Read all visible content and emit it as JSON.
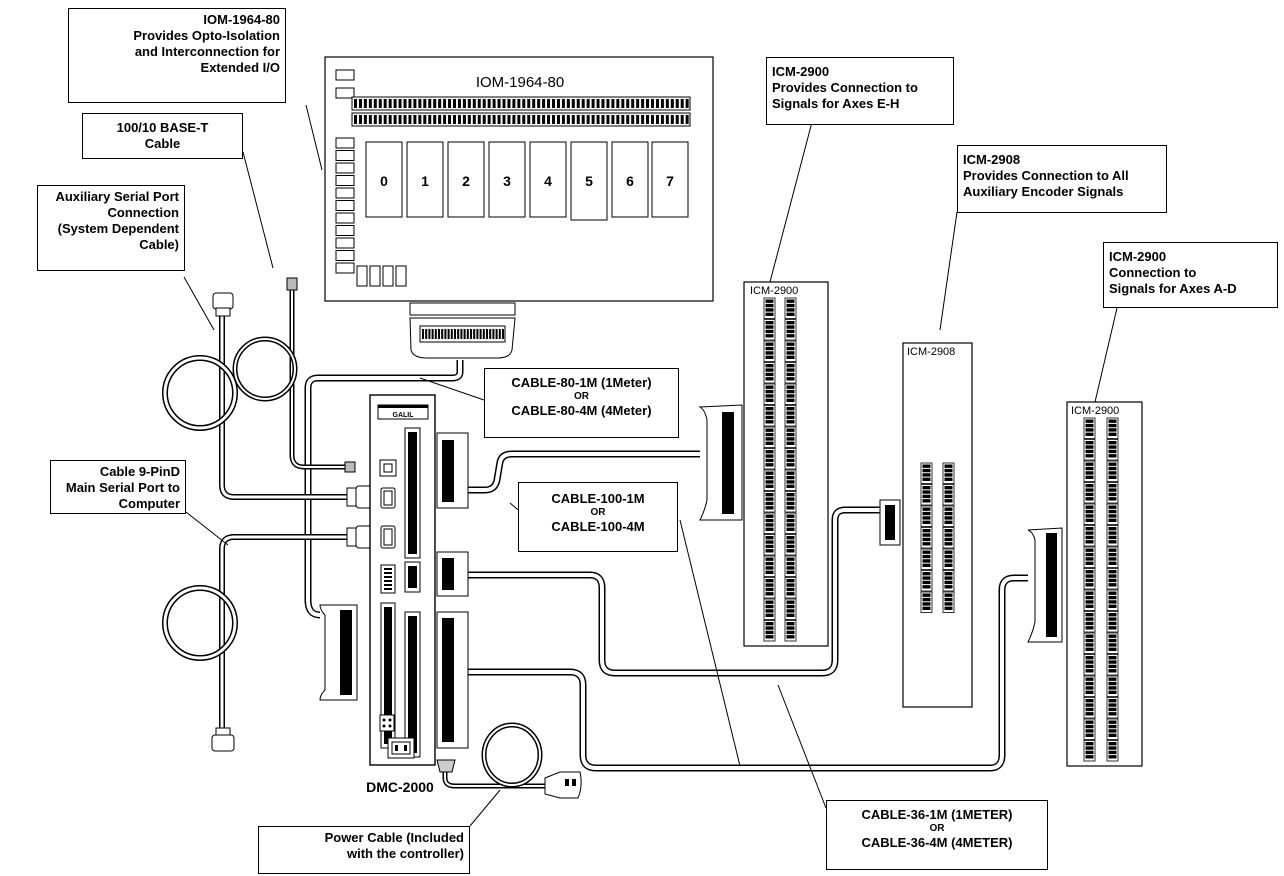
{
  "iom_board": {
    "title": "IOM-1964-80",
    "slots": [
      "0",
      "1",
      "2",
      "3",
      "4",
      "5",
      "6",
      "7"
    ]
  },
  "controller": {
    "brand": "GALIL",
    "name": "DMC-2000"
  },
  "icm_boards": {
    "eh": "ICM-2900",
    "aux": "ICM-2908",
    "ad": "ICM-2900"
  },
  "callouts": {
    "iom": [
      "IOM-1964-80",
      "Provides Opto-Isolation",
      "and Interconnection for",
      "Extended I/O"
    ],
    "ethernet": [
      "100/10 BASE-T",
      "Cable"
    ],
    "aux_serial": [
      "Auxiliary Serial Port",
      "Connection",
      "(System Dependent",
      "Cable)"
    ],
    "main_serial": [
      "Cable 9-PinD",
      "Main Serial Port to",
      "Computer"
    ],
    "cable80": [
      "CABLE-80-1M (1Meter)",
      "OR",
      "CABLE-80-4M (4Meter)"
    ],
    "cable100": [
      "CABLE-100-1M",
      "OR",
      "CABLE-100-4M"
    ],
    "icm_eh": [
      "ICM-2900",
      "Provides Connection to",
      "Signals for Axes E-H"
    ],
    "icm_aux": [
      "ICM-2908",
      "Provides Connection to All",
      "Auxiliary Encoder Signals"
    ],
    "icm_ad": [
      "ICM-2900",
      "Connection to",
      "Signals for Axes A-D"
    ],
    "power": [
      "Power Cable (Included",
      "with the controller)"
    ],
    "cable36": [
      "CABLE-36-1M (1METER)",
      "OR",
      "CABLE-36-4M (4METER)"
    ]
  }
}
